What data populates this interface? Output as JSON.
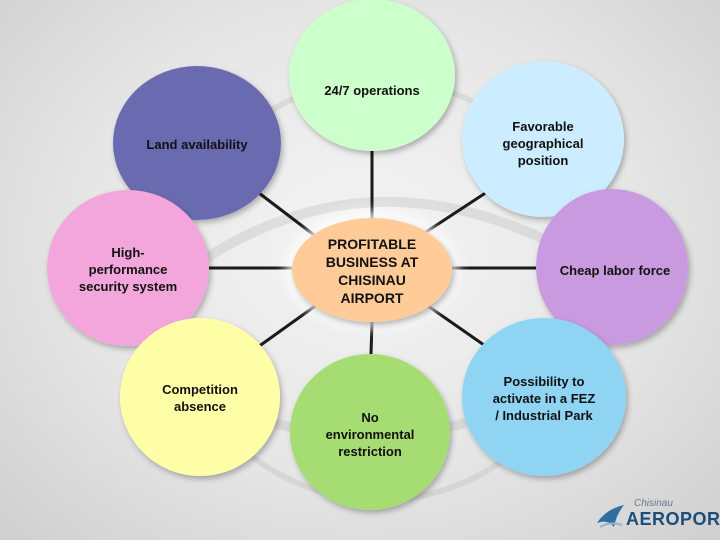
{
  "diagram": {
    "center": {
      "label": "PROFITABLE\nBUSINESS AT\nCHISINAU\nAIRPORT"
    },
    "nodes": {
      "operations": {
        "label": "24/7 operations"
      },
      "land": {
        "label": "Land availability"
      },
      "geo": {
        "label": "Favorable\ngeographical\nposition"
      },
      "security": {
        "label": "High-\nperformance\nsecurity system"
      },
      "labor": {
        "label": "Cheap labor force"
      },
      "competition": {
        "label": "Competition\nabsence"
      },
      "fez": {
        "label": "Possibility to\nactivate in a FEZ\n/ Industrial Park"
      },
      "environment": {
        "label": "No\nenvironmental\nrestriction"
      }
    },
    "colors": {
      "operations": "#ccffcc",
      "land": "#6a6ab0",
      "geo": "#ccecff",
      "security": "#f3a6dc",
      "labor": "#c99ae0",
      "competition": "#ffffa8",
      "fez": "#8fd4f3",
      "environment": "#a6dd72",
      "center": "#ffcc99",
      "connector": "#1a1a1a"
    }
  },
  "logo": {
    "small_text": "Chisinau",
    "main_text": "AEROPORT"
  }
}
